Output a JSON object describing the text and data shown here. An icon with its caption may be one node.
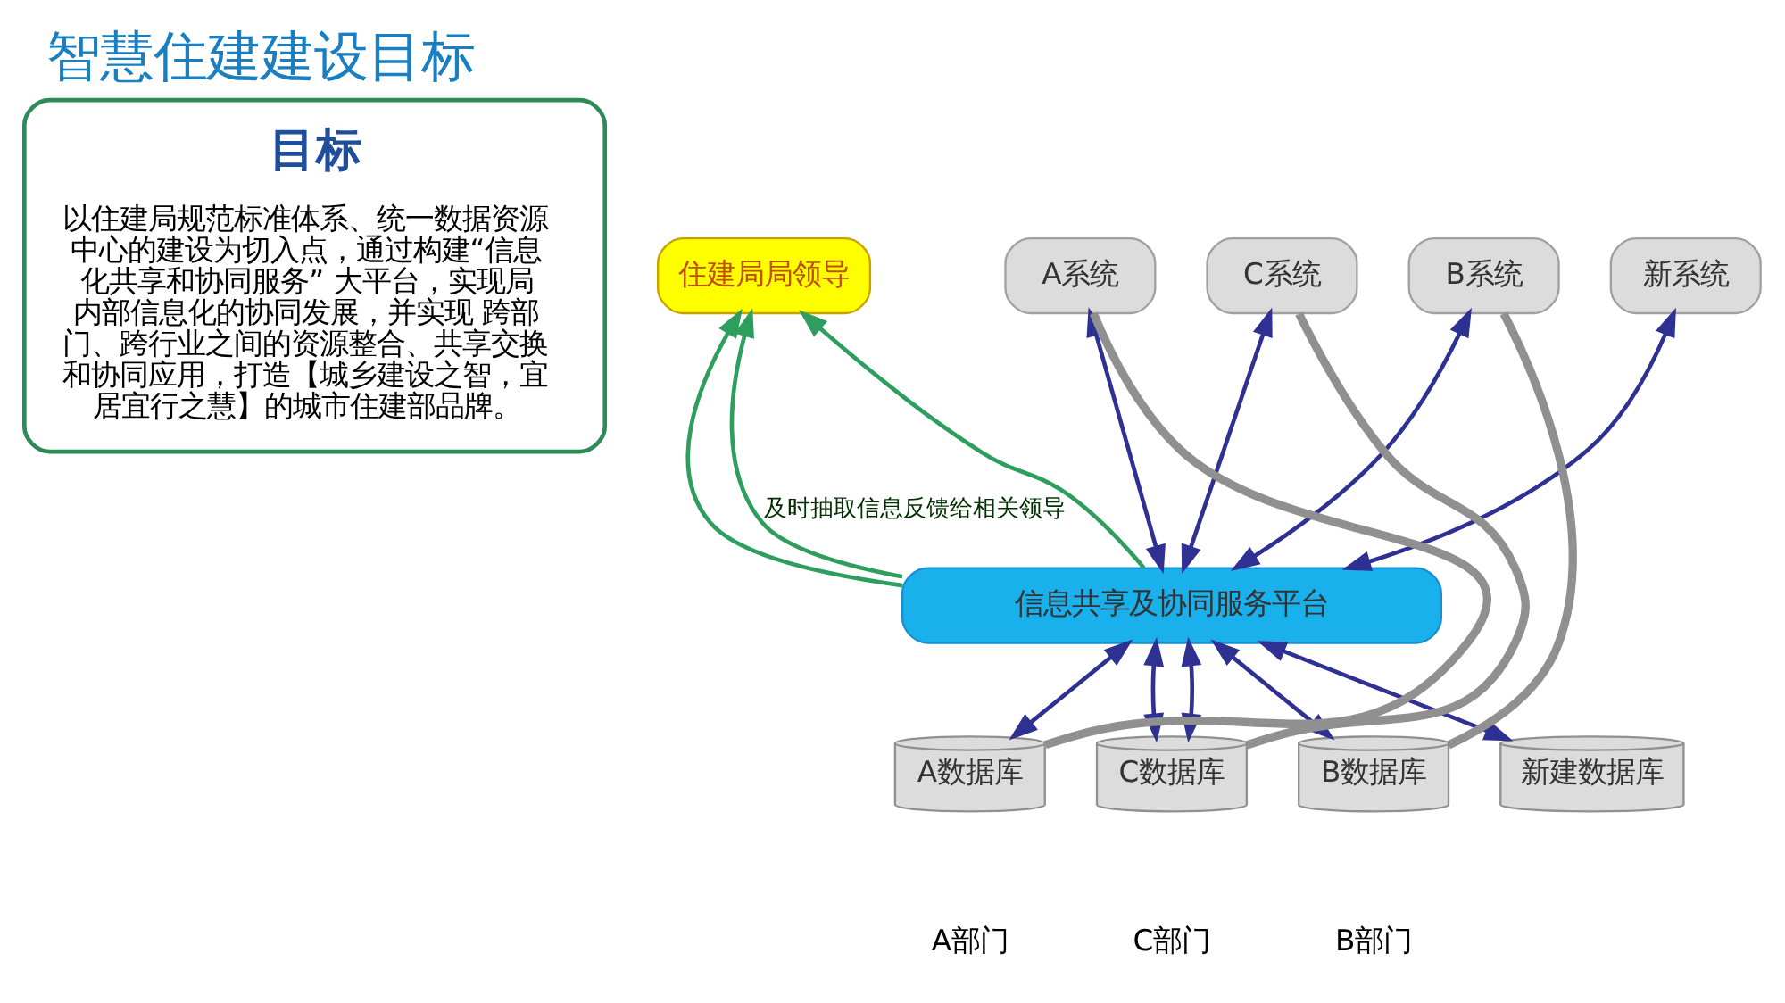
{
  "diagram": {
    "title": "智慧住建建设目标",
    "nodes": [
      {
        "text": [
          "目标",
          "以住建局规范标准体系、统一数据资源中心的建设为切入点，通过构建“信息化共享和协同服务” 大平台，实现局内部信息化的协同发展，并实现 跨部门、跨行业之间的资源整合、共享交换和协同应用，打造【城乡建设之智，宜居宜行之慧】的城市住建部品牌。"
        ]
      },
      {
        "text": [
          "住建局局领导"
        ]
      },
      {
        "text": [
          "A系统"
        ]
      },
      {
        "text": [
          "C系统"
        ]
      },
      {
        "text": [
          "B系统"
        ]
      },
      {
        "text": [
          "新系统"
        ]
      },
      {
        "text": [
          "信息共享及协同服务平台"
        ]
      },
      {
        "text": [
          "A数据库"
        ],
        "beside": [
          "A部门"
        ]
      },
      {
        "text": [
          "C数据库"
        ],
        "beside": [
          "C部门"
        ]
      },
      {
        "text": [
          "B数据库"
        ],
        "beside": [
          "B部门"
        ]
      },
      {
        "text": [
          "新建数据库"
        ]
      }
    ],
    "edges": [
      {
        "from": 6,
        "to": 1,
        "arrow": "to",
        "color": "#2e9e5e"
      },
      {
        "from": 6,
        "to": 1,
        "arrow": "to",
        "label": "及时抽取信息反馈给相关领导",
        "color": "#2e9e5e"
      },
      {
        "from": 6,
        "to": 1,
        "arrow": "to",
        "color": "#2e9e5e"
      },
      {
        "from": 2,
        "to": 6,
        "arrow": "both"
      },
      {
        "from": 3,
        "to": 6,
        "arrow": "both"
      },
      {
        "from": 4,
        "to": 6,
        "arrow": "both"
      },
      {
        "from": 5,
        "to": 6,
        "arrow": "both"
      },
      {
        "from": 6,
        "to": 7,
        "arrow": "both"
      },
      {
        "from": 6,
        "to": 8,
        "arrow": "both"
      },
      {
        "from": 6,
        "to": 8,
        "arrow": "both"
      },
      {
        "from": 6,
        "to": 9,
        "arrow": "both"
      },
      {
        "from": 6,
        "to": 10,
        "arrow": "both"
      },
      {
        "from": 7,
        "to": 2,
        "arrow": "none",
        "style": "thick",
        "color": "#909090"
      },
      {
        "from": 8,
        "to": 3,
        "arrow": "none",
        "style": "thick",
        "color": "#909090"
      },
      {
        "from": 9,
        "to": 4,
        "arrow": "none",
        "style": "thick",
        "color": "#909090"
      }
    ]
  }
}
